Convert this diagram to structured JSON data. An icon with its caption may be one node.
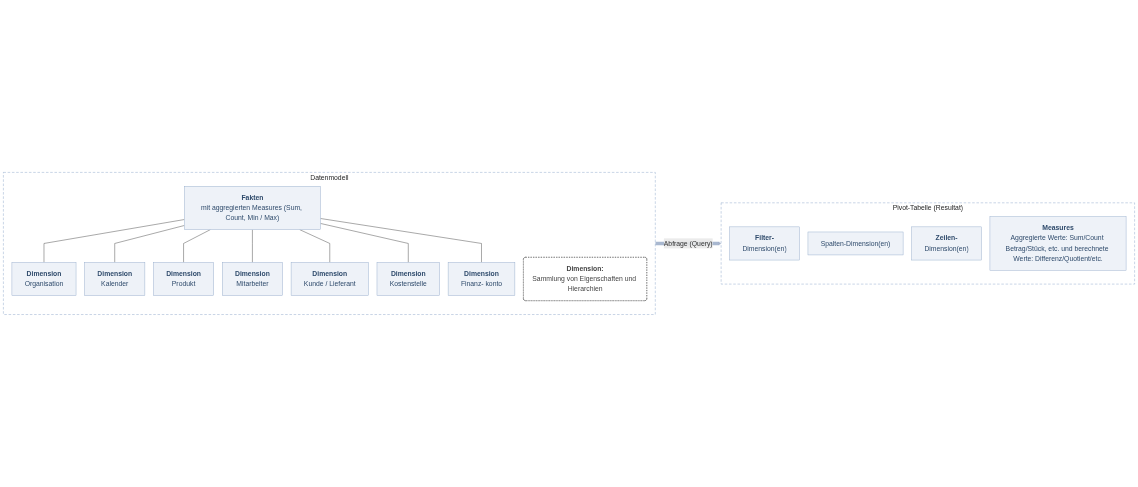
{
  "diagram": {
    "nodes": [
      {
        "text": [
          "Datenmodell"
        ]
      },
      {
        "text": [
          "Dimension",
          "Organisation"
        ],
        "in": 0
      },
      {
        "text": [
          "Dimension",
          "Kalender"
        ],
        "in": 0
      },
      {
        "text": [
          "Dimension",
          "Produkt"
        ],
        "in": 0
      },
      {
        "text": [
          "Dimension",
          "Mitarbeiter"
        ],
        "in": 0
      },
      {
        "text": [
          "Fakten",
          "mit aggregierten Measures (Sum, Count, Min / Max)"
        ],
        "in": 0
      },
      {
        "text": [
          "Dimension",
          "Kunde / Lieferant"
        ],
        "in": 0
      },
      {
        "text": [
          "Dimension",
          "Kostenstelle"
        ],
        "in": 0
      },
      {
        "text": [
          "Dimension",
          "Finanz- konto"
        ],
        "in": 0
      },
      {
        "text": [
          "Dimension:",
          "Sammlung von Eigenschaften und Hierarchien"
        ],
        "in": 0
      },
      {
        "text": [
          "Pivot-Tabelle (Resultat)"
        ]
      },
      {
        "text": [
          "Filter-",
          "Dimension(en)"
        ],
        "in": 10
      },
      {
        "text": [
          "Spalten-Dimension(en)"
        ],
        "in": 10
      },
      {
        "text": [
          "Zeilen-",
          "Dimension(en)"
        ],
        "in": 10
      },
      {
        "text": [
          "Measures",
          "Aggregierte Werte: Sum/Count Betrag/Stück, etc. und berechnete Werte: Differenz/Quotient/etc."
        ],
        "in": 10
      }
    ],
    "edges": [
      {
        "from": 5,
        "to": 1,
        "arrow": "none"
      },
      {
        "from": 5,
        "to": 2,
        "arrow": "none"
      },
      {
        "from": 5,
        "to": 3,
        "arrow": "none"
      },
      {
        "from": 5,
        "to": 4,
        "arrow": "none"
      },
      {
        "from": 5,
        "to": 6,
        "arrow": "none"
      },
      {
        "from": 5,
        "to": 7,
        "arrow": "none"
      },
      {
        "from": 5,
        "to": 8,
        "arrow": "none"
      },
      {
        "from": 0,
        "to": 10,
        "arrow": "to",
        "label": "Abfrage (Query)",
        "style": "thick",
        "color": "#a9b8d0"
      }
    ]
  }
}
